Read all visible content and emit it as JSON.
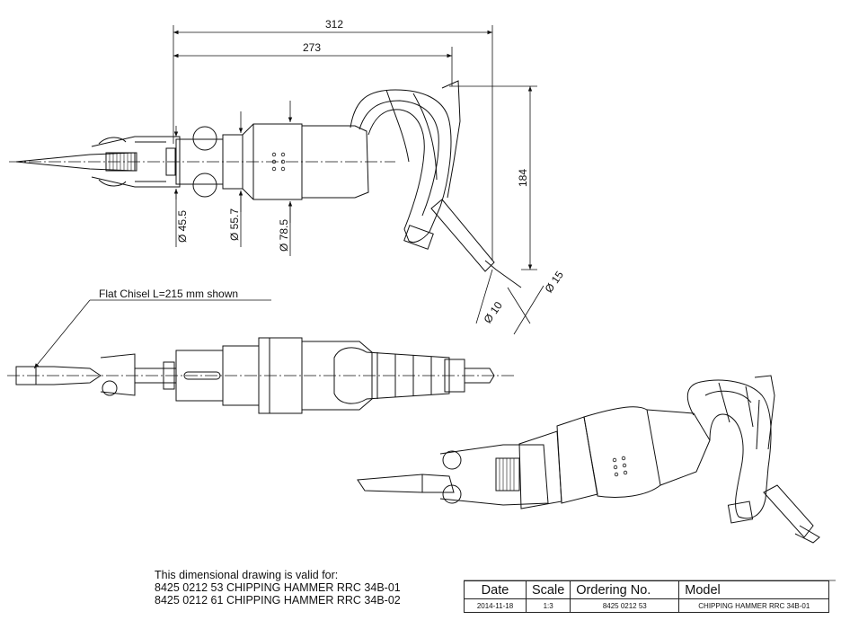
{
  "dimensions": {
    "overall_length": "312",
    "length_to_inlet": "273",
    "height": "184",
    "dia_45_5": "Ø 45.5",
    "dia_55_7": "Ø 55.7",
    "dia_78_5": "Ø 78.5",
    "dia_10": "Ø 10",
    "dia_15": "Ø 15"
  },
  "callout": "Flat Chisel L=215 mm shown",
  "validity": {
    "heading": "This dimensional drawing is valid for:",
    "lines": [
      "8425 0212 53 CHIPPING HAMMER   RRC 34B-01",
      "8425 0212 61 CHIPPING HAMMER   RRC 34B-02"
    ]
  },
  "title_block": {
    "headers": [
      "Date",
      "Scale",
      "Ordering No.",
      "Model"
    ],
    "values": [
      "2014-11-18",
      "1:3",
      "8425 0212 53",
      "CHIPPING HAMMER RRC 34B-01"
    ]
  }
}
